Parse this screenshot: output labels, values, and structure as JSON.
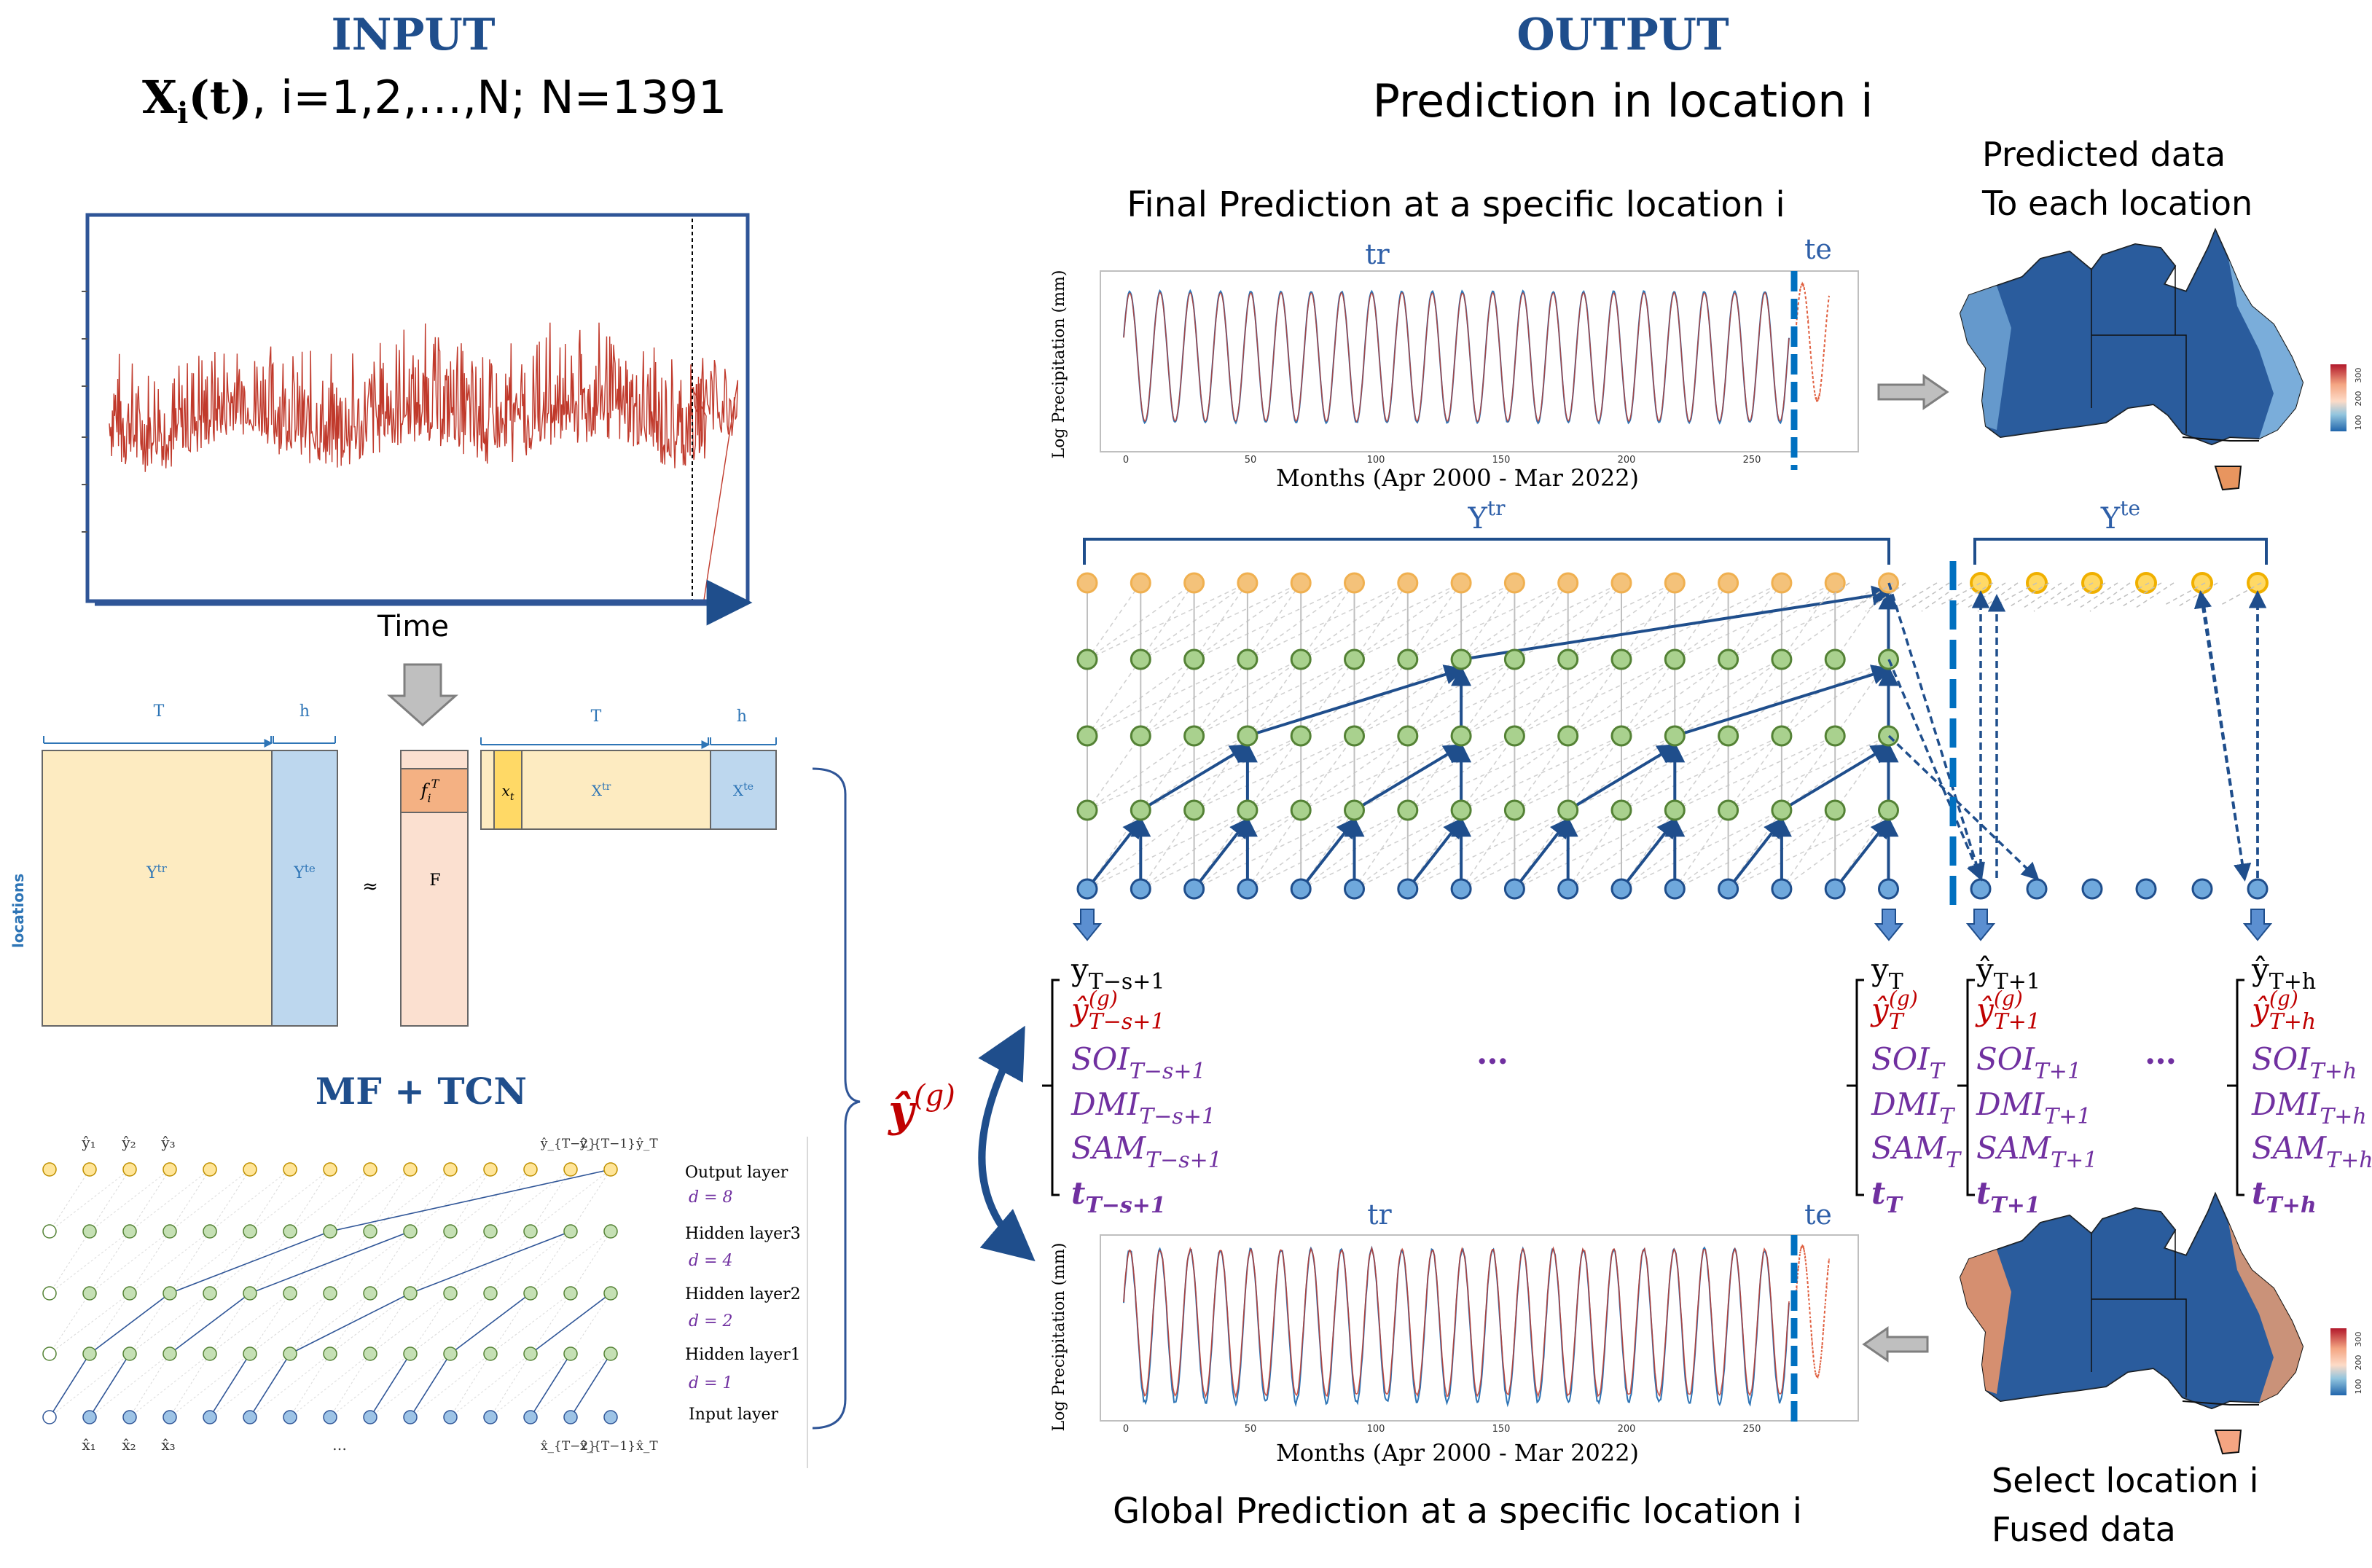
{
  "input": {
    "heading": "INPUT",
    "formula_bold": "X",
    "formula_sub": "i",
    "formula_paren": "(t)",
    "formula_rest": ", i=1,2,…,N; N=1391",
    "time_label": "Time"
  },
  "output": {
    "heading": "OUTPUT",
    "subheading": "Prediction in location i"
  },
  "mf": {
    "T": "T",
    "h": "h",
    "locations": "locations",
    "Ytr": "Y",
    "Ytr_sup": "tr",
    "Yte": "Y",
    "Yte_sup": "te",
    "approx": "≈",
    "fiT": "f",
    "fiT_sub": "i",
    "fiT_sup": "T",
    "F": "F",
    "xt": "x",
    "xt_sub": "t",
    "Xtr": "X",
    "Xtr_sup": "tr",
    "Xte": "X",
    "Xte_sup": "te"
  },
  "tcn": {
    "title": "MF + TCN",
    "top_labels": [
      "ŷ₁",
      "ŷ₂",
      "ŷ₃",
      "ŷ_{T−2}",
      "ŷ_{T−1}",
      "ŷ_T"
    ],
    "bottom_labels": [
      "x̂₁",
      "x̂₂",
      "x̂₃",
      "…",
      "x̂_{T−2}",
      "x̂_{T−1}",
      "x̂_T"
    ],
    "layers": [
      "Output layer",
      "Hidden layer3",
      "Hidden layer2",
      "Hidden layer1",
      "Input layer"
    ],
    "dilations": [
      "d = 8",
      "d = 4",
      "d = 2",
      "d = 1"
    ]
  },
  "final_chart": {
    "title": "Final Prediction at a specific location i",
    "tr": "tr",
    "te": "te",
    "ylabel": "Log Precipitation (mm)",
    "xlabel": "Months (Apr 2000 - Mar 2022)",
    "xticks": [
      "0",
      "50",
      "100",
      "150",
      "200",
      "250"
    ]
  },
  "global_chart": {
    "title": "Global Prediction at a specific location i",
    "tr": "tr",
    "te": "te",
    "ylabel": "Log Precipitation (mm)",
    "xlabel": "Months (Apr 2000 - Mar 2022)",
    "xticks": [
      "0",
      "50",
      "100",
      "150",
      "200",
      "250"
    ]
  },
  "map_top": {
    "label1": "Predicted data",
    "label2": "To each  location",
    "legend": [
      "300",
      "200",
      "100"
    ]
  },
  "map_bottom": {
    "label1": "Select location i",
    "label2": "Fused data",
    "legend": [
      "300",
      "200",
      "100"
    ]
  },
  "network": {
    "Ytr": "Y",
    "Ytr_sup": "tr",
    "Yte": "Y",
    "Yte_sup": "te"
  },
  "features": {
    "yg_main": "ŷ",
    "yg_sup": "(g)",
    "ellipsis": "…",
    "col1": [
      "y",
      "T−s+1",
      "ŷ",
      "T−s+1",
      "SOI",
      "T−s+1",
      "DMI",
      "T−s+1",
      "SAM",
      "T−s+1",
      "t",
      "T−s+1"
    ],
    "col2": [
      "y",
      "T",
      "ŷ",
      "T",
      "SOI",
      "T",
      "DMI",
      "T",
      "SAM",
      "T",
      "t",
      "T"
    ],
    "col3": [
      "ŷ",
      "T+1",
      "ŷ",
      "T+1",
      "SOI",
      "T+1",
      "DMI",
      "T+1",
      "SAM",
      "T+1",
      "t",
      "T+1"
    ],
    "col4": [
      "ŷ",
      "T+h",
      "ŷ",
      "T+h",
      "SOI",
      "T+h",
      "DMI",
      "T+h",
      "SAM",
      "T+h",
      "t",
      "T+h"
    ],
    "g": "(g)"
  },
  "colors": {
    "navy": "#1f4e8c",
    "blue_text": "#2e5fa8",
    "red": "#c00000",
    "purple": "#7030a0",
    "orange_node": "#f4c27a",
    "green_node": "#a9d18e",
    "blue_node": "#6fa8dc",
    "yellow_fill": "#fdebc1",
    "light_blue": "#bdd7ee",
    "peach": "#fbe0d0",
    "orange_cell": "#f4b183"
  }
}
